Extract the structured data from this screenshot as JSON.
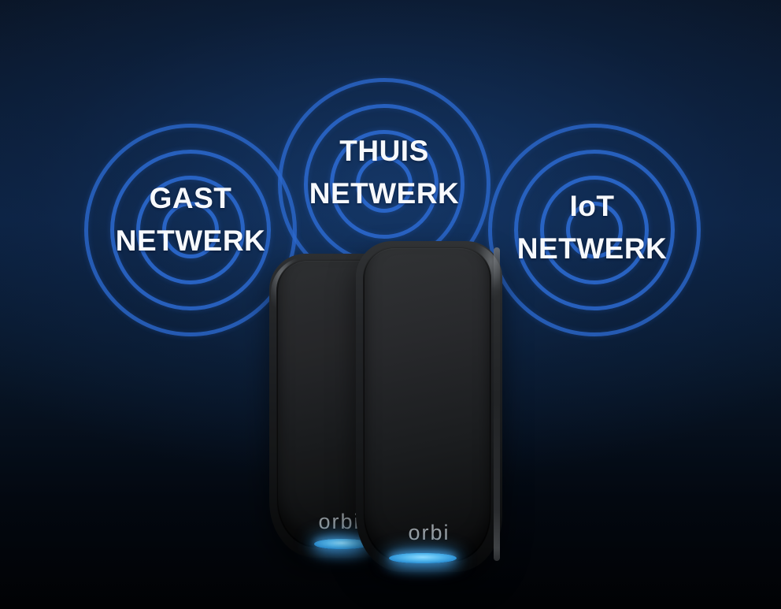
{
  "colors": {
    "background_top": "#0a1526",
    "background_mid": "#0e2748",
    "background_bottom": "#010204",
    "ring_blue": "#2b68cd",
    "led_blue": "#54b8ee",
    "label_white": "#f7f9fc",
    "brand_gray": "#969da2"
  },
  "networks": [
    {
      "id": "gast",
      "line1": "GAST",
      "line2": "NETWERK"
    },
    {
      "id": "thuis",
      "line1": "THUIS",
      "line2": "NETWERK"
    },
    {
      "id": "iot",
      "line1": "IoT",
      "line2": "NETWERK"
    }
  ],
  "devices": {
    "back": {
      "brand": "orbi"
    },
    "front": {
      "brand": "orbi"
    }
  }
}
